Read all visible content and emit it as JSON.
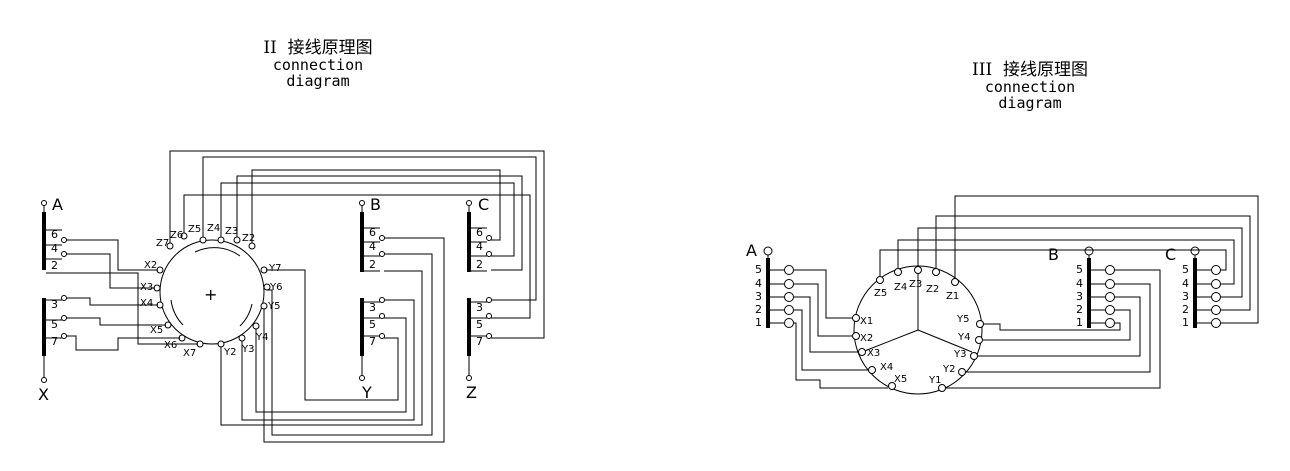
{
  "left": {
    "title_roman": "II",
    "title_cn": "接线原理图",
    "title_en_1": "connection",
    "title_en_2": "diagram",
    "phase_a": "A",
    "phase_b": "B",
    "phase_c": "C",
    "end_x": "X",
    "end_y": "Y",
    "end_z": "Z",
    "tap_6": "6",
    "tap_4": "4",
    "tap_2": "2",
    "tap_3": "3",
    "tap_5": "5",
    "tap_7": "7",
    "center_mark": "+",
    "ring": {
      "Z7": "Z7",
      "Z6": "Z6",
      "Z5": "Z5",
      "Z4": "Z4",
      "Z3": "Z3",
      "Z2": "Z2",
      "Y7": "Y7",
      "Y6": "Y6",
      "Y5": "Y5",
      "Y4": "Y4",
      "Y3": "Y3",
      "Y2": "Y2",
      "X2": "X2",
      "X3": "X3",
      "X4": "X4",
      "X5": "X5",
      "X6": "X6",
      "X7": "X7"
    }
  },
  "right": {
    "title_roman": "III",
    "title_cn": "接线原理图",
    "title_en_1": "connection",
    "title_en_2": "diagram",
    "phase_a": "A",
    "phase_b": "B",
    "phase_c": "C",
    "tap_5": "5",
    "tap_4": "4",
    "tap_3": "3",
    "tap_2": "2",
    "tap_1": "1",
    "ring": {
      "Z5": "Z5",
      "Z4": "Z4",
      "Z3": "Z3",
      "Z2": "Z2",
      "Z1": "Z1",
      "Y5": "Y5",
      "Y4": "Y4",
      "Y3": "Y3",
      "Y2": "Y2",
      "Y1": "Y1",
      "X1": "X1",
      "X2": "X2",
      "X3": "X3",
      "X4": "X4",
      "X5": "X5"
    }
  }
}
